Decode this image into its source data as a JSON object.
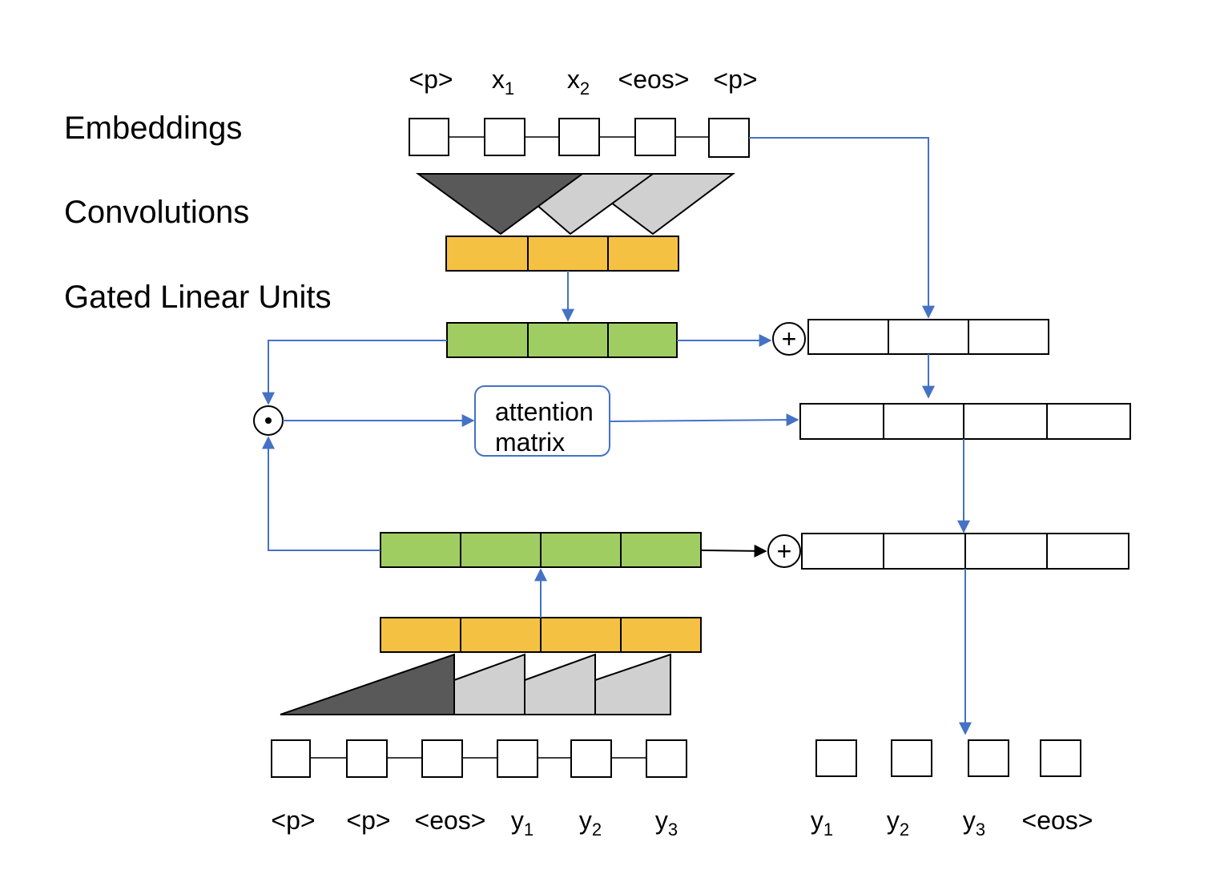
{
  "labels": {
    "embeddings": "Embeddings",
    "convolutions": "Convolutions",
    "glu": "Gated Linear Units"
  },
  "encoder_tokens": [
    {
      "base": "<p>",
      "sub": ""
    },
    {
      "base": "x",
      "sub": "1"
    },
    {
      "base": "x",
      "sub": "2"
    },
    {
      "base": "<eos>",
      "sub": ""
    },
    {
      "base": "<p>",
      "sub": ""
    }
  ],
  "decoder_input_tokens": [
    {
      "base": "<p>",
      "sub": ""
    },
    {
      "base": "<p>",
      "sub": ""
    },
    {
      "base": "<eos>",
      "sub": ""
    },
    {
      "base": "y",
      "sub": "1"
    },
    {
      "base": "y",
      "sub": "2"
    },
    {
      "base": "y",
      "sub": "3"
    }
  ],
  "output_tokens": [
    {
      "base": "y",
      "sub": "1"
    },
    {
      "base": "y",
      "sub": "2"
    },
    {
      "base": "y",
      "sub": "3"
    },
    {
      "base": "<eos>",
      "sub": ""
    }
  ],
  "attention": {
    "line1": "attention",
    "line2": "matrix"
  },
  "operators": {
    "add": "+",
    "dot": "⊙"
  },
  "colors": {
    "conv_output": "#f5c142",
    "glu_output": "#a0cd62",
    "arrow": "#4472c4",
    "conv_dark": "#595959",
    "conv_light": "#d0d0d0"
  }
}
